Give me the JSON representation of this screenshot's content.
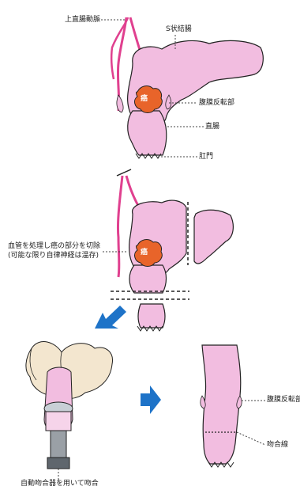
{
  "labels": {
    "superior_rectal_artery": "上直腸動脈",
    "sigmoid_colon": "S状結腸",
    "peritoneal_reflection": "腹膜反転部",
    "rectum": "直腸",
    "anus": "肛門",
    "resection_note_line1": "血管を処理し癌の部分を切除",
    "resection_note_line2": "(可能な限り自律神経は温存)",
    "cancer_1": "癌",
    "cancer_2": "癌",
    "peritoneal_reflection_2": "腹膜反転部",
    "anastomosis_line": "吻合線",
    "stapler_note": "自動吻合器を用いて吻合"
  },
  "colors": {
    "bowel": "#f2bde0",
    "vessel": "#e0408f",
    "cancer": "#e8642a",
    "arrow_blue": "#1e73c8",
    "finger": "#f3e6cf",
    "stapler_gray": "#9aa0a6",
    "outline": "#222222"
  }
}
